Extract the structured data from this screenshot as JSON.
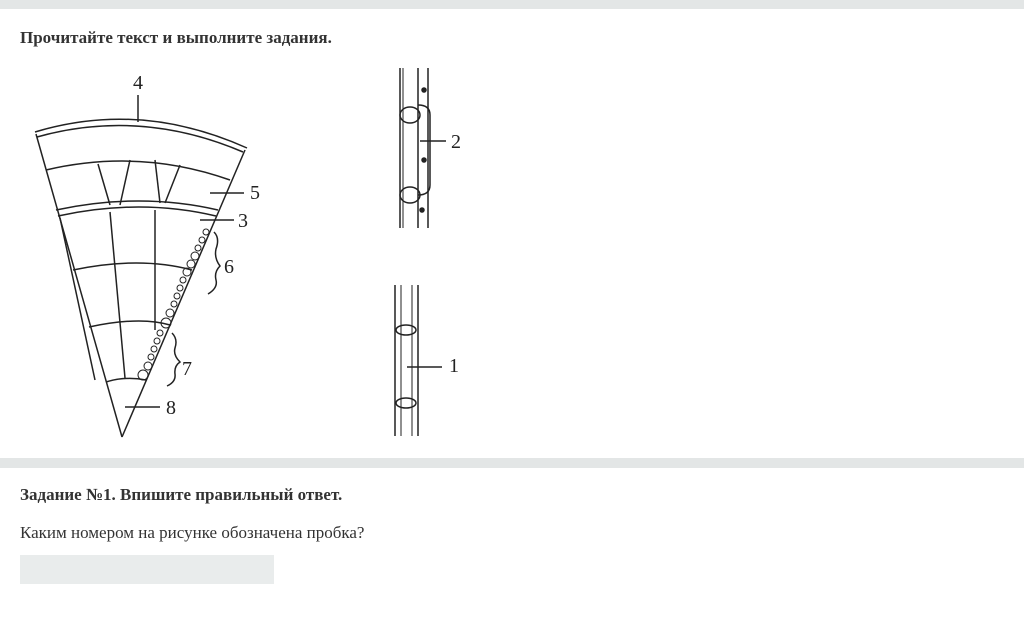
{
  "header": {
    "instruction": "Прочитайте текст и выполните задания."
  },
  "figure": {
    "labels": [
      "1",
      "2",
      "3",
      "4",
      "5",
      "6",
      "7",
      "8"
    ]
  },
  "task": {
    "title": "Задание №1. Впишите правильный ответ.",
    "question": "Каким номером на рисунке обозначена пробка?",
    "answer_value": "",
    "answer_placeholder": ""
  }
}
